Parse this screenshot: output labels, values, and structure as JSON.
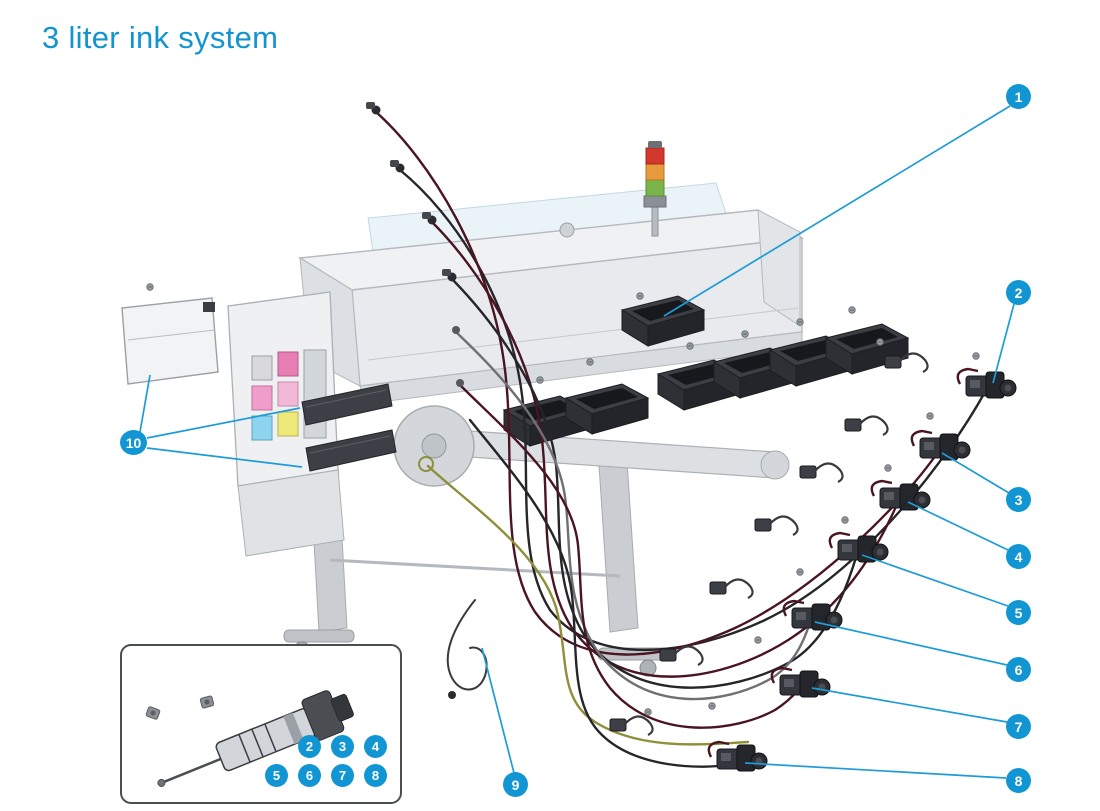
{
  "page": {
    "title": "3 liter ink system"
  },
  "callouts": {
    "c1": "1",
    "c2": "2",
    "c3": "3",
    "c4": "4",
    "c5": "5",
    "c6": "6",
    "c7": "7",
    "c8": "8",
    "c9": "9",
    "c10": "10"
  },
  "inset_callouts": {
    "r1": [
      "2",
      "3",
      "4"
    ],
    "r2": [
      "5",
      "6",
      "7",
      "8"
    ]
  },
  "colors": {
    "callout_blue": "#1296d3",
    "leader_blue": "#1e9cd7",
    "title_blue": "#1294d0",
    "beacon_red": "#d2382c",
    "beacon_amber": "#e89b3c",
    "beacon_green": "#79b54a",
    "tube_maroon": "#4a1420",
    "tube_black": "#26262a",
    "tube_gray": "#6f6f74",
    "tube_olive": "#8f8f3a",
    "part_dark": "#2c2e33",
    "printer_line": "#b3b9bf"
  }
}
